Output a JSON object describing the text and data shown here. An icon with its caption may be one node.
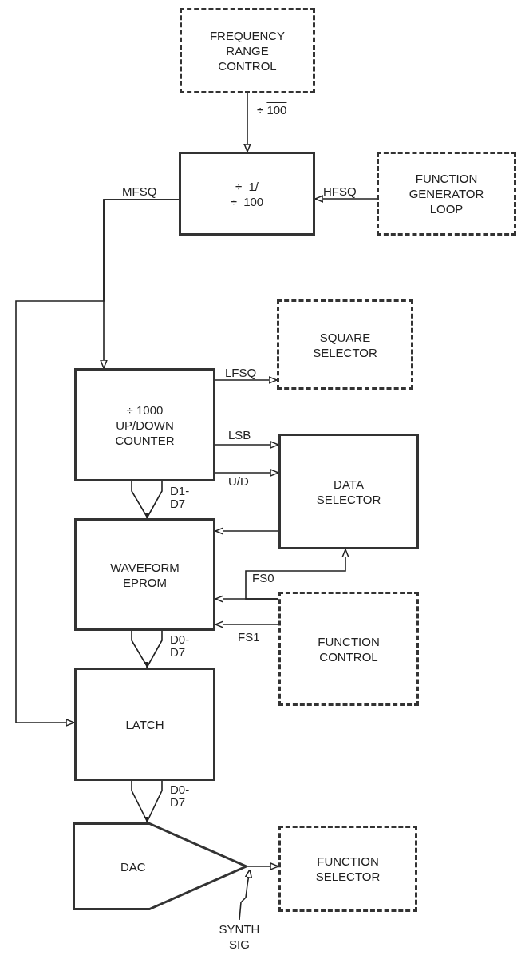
{
  "diagram": {
    "nodes": [
      {
        "text": [
          "FREQUENCY RANGE CONTROL"
        ]
      },
      {
        "text": [
          "÷ 1/ ÷ 100"
        ]
      },
      {
        "text": [
          "FUNCTION GENERATOR LOOP"
        ]
      },
      {
        "text": [
          "SQUARE SELECTOR"
        ]
      },
      {
        "text": [
          "÷ 1000 UP/DOWN COUNTER"
        ]
      },
      {
        "text": [
          "DATA SELECTOR"
        ]
      },
      {
        "text": [
          "WAVEFORM EPROM"
        ]
      },
      {
        "text": [
          "FUNCTION CONTROL"
        ]
      },
      {
        "text": [
          "LATCH"
        ]
      },
      {
        "text": [
          "DAC"
        ]
      },
      {
        "text": [
          "FUNCTION SELECTOR"
        ]
      },
      {
        "text": [
          "SYNTH SIG"
        ]
      }
    ],
    "edges": [
      {
        "from": 0,
        "to": 1,
        "arrow": "to",
        "label": "÷ 100"
      },
      {
        "from": 2,
        "to": 1,
        "arrow": "to",
        "label": "HFSQ"
      },
      {
        "from": 1,
        "to": 4,
        "arrow": "to",
        "label": "MFSQ"
      },
      {
        "from": 1,
        "to": 8,
        "arrow": "to"
      },
      {
        "from": 4,
        "to": 3,
        "arrow": "to",
        "label": "LFSQ"
      },
      {
        "from": 4,
        "to": 5,
        "arrow": "to",
        "label": "LSB"
      },
      {
        "from": 4,
        "to": 5,
        "arrow": "to",
        "label": "U/D"
      },
      {
        "from": 4,
        "to": 6,
        "arrow": "to",
        "label": "D1- D7"
      },
      {
        "from": 5,
        "to": 6,
        "arrow": "to"
      },
      {
        "from": 7,
        "to": 6,
        "arrow": "to",
        "label": "FS0"
      },
      {
        "from": 7,
        "to": 5,
        "arrow": "to"
      },
      {
        "from": 7,
        "to": 6,
        "arrow": "to",
        "label": "FS1"
      },
      {
        "from": 6,
        "to": 8,
        "arrow": "to",
        "label": "D0- D7"
      },
      {
        "from": 8,
        "to": 9,
        "arrow": "to",
        "label": "D0- D7"
      },
      {
        "from": 9,
        "to": 10,
        "arrow": "to"
      },
      {
        "from": 11,
        "to": 9,
        "arrow": "to"
      }
    ]
  }
}
